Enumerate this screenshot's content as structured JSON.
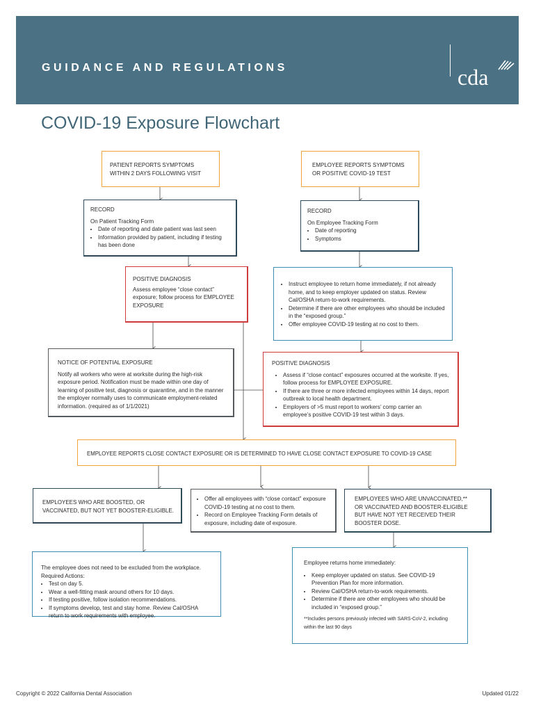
{
  "header": {
    "title": "GUIDANCE AND REGULATIONS",
    "logo_text": "cda"
  },
  "page_title": "COVID-19 Exposure Flowchart",
  "boxes": {
    "patient_reports": {
      "lines": [
        "PATIENT REPORTS SYMPTOMS",
        "WITHIN 2 DAYS FOLLOWING VISIT"
      ]
    },
    "employee_reports": {
      "lines": [
        "EMPLOYEE REPORTS SYMPTOMS",
        "OR POSITIVE COVID-19 TEST"
      ]
    },
    "record_patient": {
      "heading": "RECORD",
      "subheading": "On Patient Tracking Form",
      "items": [
        "Date of reporting and date patient was last seen",
        "Information provided by patient, including if testing has been done"
      ]
    },
    "record_employee": {
      "heading": "RECORD",
      "subheading": "On Employee Tracking Form",
      "items": [
        "Date of reporting",
        "Symptoms"
      ]
    },
    "positive_diagnosis_left": {
      "heading": "POSITIVE DIAGNOSIS",
      "text": "Assess employee “close contact” exposure; follow process for EMPLOYEE EXPOSURE"
    },
    "instruct_employee": {
      "items": [
        "Instruct employee to return home immediately, if not already home, and to keep employer updated on status. Review Cal/OSHA return-to-work requirements.",
        "Determine if there are other employees who should be included in the “exposed group.”",
        "Offer employee COVID-19 testing at no cost to them."
      ]
    },
    "notice_exposure": {
      "heading": "NOTICE OF POTENTIAL EXPOSURE",
      "text": "Notify all workers who were at worksite during the high-risk exposure period. Notification must be made within one day of learning of positive test, diagnosis or quarantine, and in the manner the employer normally uses to communicate employment-related information. (required as of 1/1/2021)"
    },
    "positive_diagnosis_right": {
      "heading": "POSITIVE DIAGNOSIS",
      "items": [
        "Assess if “close contact” exposures occurred at the worksite. If yes, follow process for EMPLOYEE EXPOSURE.",
        "If there are three or more infected employees within 14 days, report outbreak to local health department.",
        "Employers of >5 must report to workers’ comp carrier an employee’s positive COVID-19 test within 3 days."
      ]
    },
    "close_contact": {
      "text": "EMPLOYEE REPORTS CLOSE CONTACT EXPOSURE OR IS DETERMINED TO HAVE CLOSE CONTACT EXPOSURE TO COVID-19 CASE"
    },
    "boosted": {
      "lines": [
        "EMPLOYEES WHO ARE BOOSTED, OR",
        "VACCINATED, BUT NOT YET BOOSTER-ELIGIBLE."
      ]
    },
    "offer_testing": {
      "items": [
        "Offer all employees with “close contact” exposure COVID-19 testing at no cost to them.",
        "Record on Employee Tracking Form details of exposure, including date of exposure."
      ]
    },
    "unvaccinated": {
      "lines": [
        "EMPLOYEES WHO ARE UNVACCINATED,**",
        "OR VACCINATED AND BOOSTER-ELIGIBLE",
        "BUT HAVE NOT YET RECEIVED THEIR",
        "BOOSTER DOSE."
      ]
    },
    "not_excluded": {
      "intro": "The employee does not need to be excluded from the workplace. Required Actions:",
      "items": [
        "Test on day 5.",
        "Wear a well-fitting mask around others for 10 days.",
        "If testing positive, follow isolation recommendations.",
        "If symptoms develop, test and stay home. Review Cal/OSHA return to work requirements with employee."
      ]
    },
    "returns_home": {
      "intro": "Employee returns home immediately:",
      "items": [
        "Keep employer updated on status. See COVID-19 Prevention Plan for more information.",
        "Review Cal/OSHA return-to-work requirements.",
        "Determine if there are other employees who should be included in “exposed group.”"
      ],
      "footnote": "**Includes persons previously infected with SARS-CoV-2, including within the last 90 days"
    }
  },
  "footer": {
    "copyright": "Copyright © 2022 California Dental Association",
    "updated": "Updated 01/22"
  },
  "colors": {
    "header_bg": "#4a7184",
    "orange": "#f1a33b",
    "navy": "#2d4a5a",
    "red": "#cf3b3b",
    "blue": "#3d90b3"
  }
}
